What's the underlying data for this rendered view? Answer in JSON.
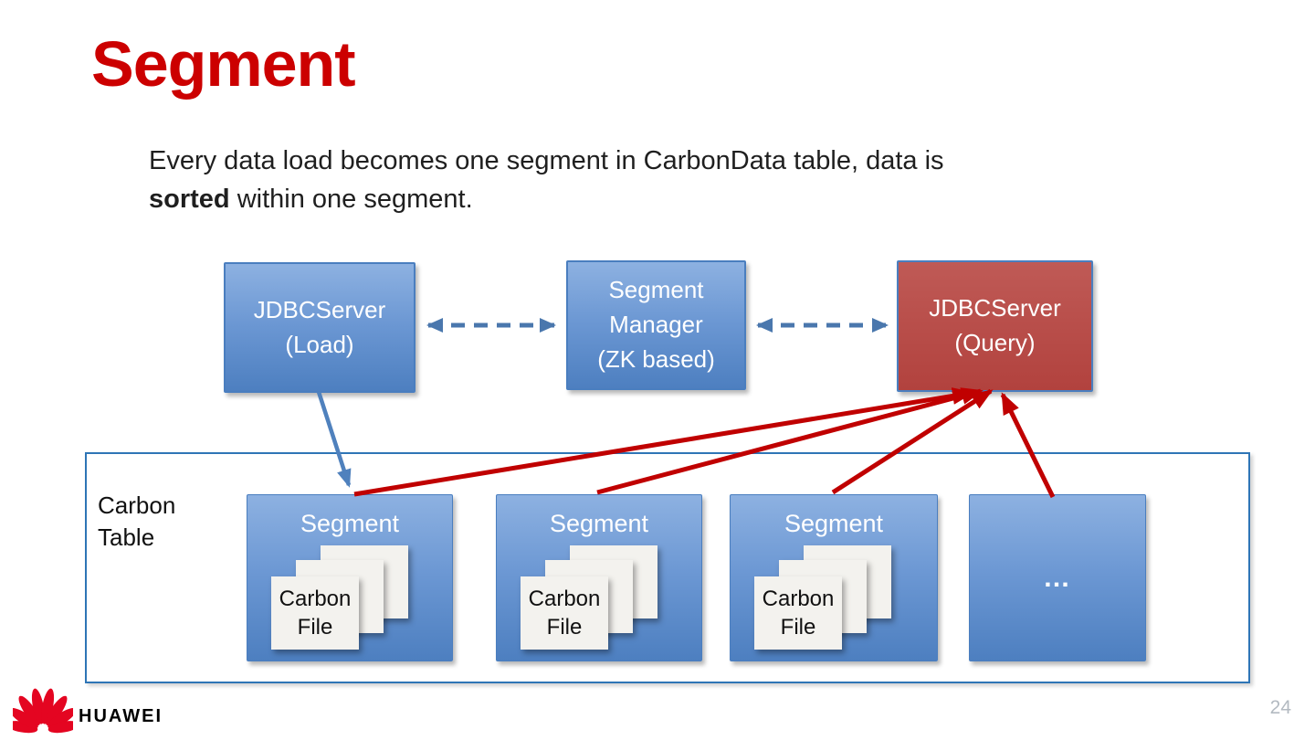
{
  "slide": {
    "title": "Segment",
    "body": {
      "line1": "Every data load becomes one segment in CarbonData table, data is",
      "line2_bold": "sorted",
      "line2_rest": " within one segment."
    },
    "page_number": "24"
  },
  "diagram": {
    "jdbc_load": {
      "label": "JDBCServer\n(Load)"
    },
    "segment_manager": {
      "label": "Segment\nManager\n(ZK based)"
    },
    "jdbc_query": {
      "label": "JDBCServer\n(Query)"
    },
    "connectors": [
      {
        "from": "jdbc_load",
        "to": "segment_manager",
        "style": "dashed-double-arrow",
        "color": "#4a77ad"
      },
      {
        "from": "segment_manager",
        "to": "jdbc_query",
        "style": "dashed-double-arrow",
        "color": "#4a77ad"
      },
      {
        "from": "jdbc_load",
        "to": "segment_1",
        "style": "solid-arrow",
        "color": "#4f81bd"
      },
      {
        "from": "segment_1",
        "to": "jdbc_query",
        "style": "solid-arrow",
        "color": "#c00000"
      },
      {
        "from": "segment_2",
        "to": "jdbc_query",
        "style": "solid-arrow",
        "color": "#c00000"
      },
      {
        "from": "segment_3",
        "to": "jdbc_query",
        "style": "solid-arrow",
        "color": "#c00000"
      },
      {
        "from": "segment_4",
        "to": "jdbc_query",
        "style": "solid-arrow",
        "color": "#c00000"
      }
    ],
    "carbon_table": {
      "label": "Carbon\nTable",
      "segments": [
        {
          "label": "Segment",
          "file_label": "Carbon\nFile"
        },
        {
          "label": "Segment",
          "file_label": "Carbon\nFile"
        },
        {
          "label": "Segment",
          "file_label": "Carbon\nFile"
        },
        {
          "label": "…"
        }
      ]
    }
  },
  "footer": {
    "brand": "HUAWEI"
  },
  "colors": {
    "title_red": "#cc0000",
    "box_blue_top": "#8db1e1",
    "box_blue_bottom": "#4d7fc0",
    "box_border_blue": "#4a7ebf",
    "box_red_top": "#bf5a56",
    "box_red_bottom": "#b2423e",
    "dashed_connector": "#4a77ad",
    "load_arrow": "#4f81bd",
    "query_arrow": "#c00000",
    "table_border": "#2e75b6",
    "huawei_red": "#e40521"
  }
}
